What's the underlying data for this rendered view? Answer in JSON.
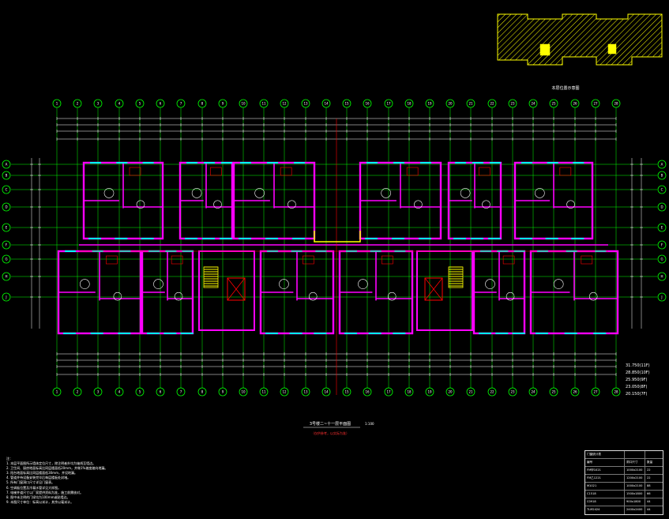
{
  "drawing": {
    "title": "3号楼二~十一层平面图",
    "title_scale": "1:100",
    "subtitle": "（仅供参考，以实际为准）",
    "keyplan_label": "本层位置示意图",
    "grid_top": [
      "1",
      "2",
      "3",
      "4",
      "5",
      "6",
      "7",
      "8",
      "9",
      "10",
      "11",
      "12",
      "13",
      "14",
      "15",
      "16",
      "17",
      "18",
      "19",
      "20",
      "21",
      "22",
      "23",
      "24",
      "25",
      "26",
      "27",
      "28"
    ],
    "grid_bottom": [
      "1",
      "2",
      "3",
      "4",
      "5",
      "6",
      "7",
      "8",
      "9",
      "10",
      "11",
      "12",
      "13",
      "14",
      "15",
      "16",
      "17",
      "18",
      "19",
      "20",
      "21",
      "22",
      "23",
      "24",
      "25",
      "26",
      "27",
      "28"
    ],
    "grid_left": [
      "A",
      "B",
      "C",
      "D",
      "E",
      "F",
      "G",
      "H",
      "J"
    ],
    "grid_right": [
      "A",
      "B",
      "C",
      "D",
      "E",
      "F",
      "G",
      "H",
      "J"
    ],
    "elevations": [
      "31.750(11F)",
      "28.850(10F)",
      "25.950(9F)",
      "23.050(8F)",
      "20.150(7F)"
    ],
    "colors": {
      "grid": "#00ff00",
      "wall": "#ff00ff",
      "dim": "#ffffff",
      "hatch": "#ffff00",
      "window": "#00ffff",
      "stair": "#ffff00",
      "axis": "#ff0000",
      "room": "#ff0000"
    }
  },
  "notes": {
    "heading": "注：",
    "lines": [
      "1. 本层平面图所示墙体定位尺寸，除注明者外均为轴线至墙边。",
      "2. 卫生间、厨房地面标高比同层楼面低20mm，并做1%坡度坡向地漏。",
      "3. 阳台地面标高比同层楼面低30mm，并设地漏。",
      "4. 管道井待设备安装完毕后每层楼板处封堵。",
      "5. 所有门窗洞口尺寸详见门窗表。",
      "6. 空调板位置及冷凝水管详见大样图。",
      "7. 电梯井道尺寸以厂家提供资料为准，施工前需核对。",
      "8. 图中未注明的门垛均为100mm或贴墙边。",
      "9. 本图尺寸单位：标高以米计，其余以毫米计。"
    ]
  },
  "title_block": {
    "rows": [
      [
        "门窗统计表",
        "",
        ""
      ],
      [
        "编号",
        "洞口尺寸",
        "数量"
      ],
      [
        "FM甲1021",
        "1000x2100",
        "22"
      ],
      [
        "FM乙1221",
        "1200x2100",
        "22"
      ],
      [
        "M1021",
        "1000x2100",
        "88"
      ],
      [
        "C1518",
        "1500x1800",
        "66"
      ],
      [
        "C0918",
        "900x1800",
        "44"
      ],
      [
        "TLM2424",
        "2400x2400",
        "44"
      ]
    ]
  }
}
